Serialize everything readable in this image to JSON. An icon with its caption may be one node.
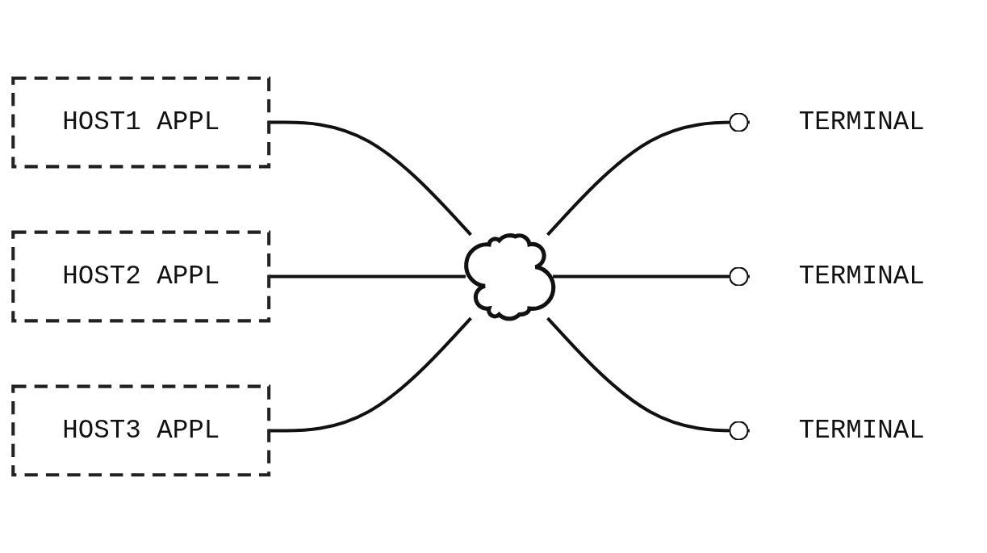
{
  "diagram": {
    "nodes": [
      {
        "text": [
          "HOST1 APPL"
        ]
      },
      {
        "text": [
          "TERMINAL"
        ]
      },
      {
        "text": [
          "HOST2 APPL"
        ]
      },
      {
        "text": [
          "TERMINAL"
        ]
      },
      {
        "text": [],
        "shape": "cloud"
      },
      {
        "text": [
          "TERMINAL"
        ]
      },
      {
        "text": [
          "HOST3 APPL"
        ]
      }
    ],
    "edges": [
      {
        "from": 0,
        "to": 4,
        "arrow": "none"
      },
      {
        "from": 4,
        "to": 1,
        "arrow": "other"
      },
      {
        "from": 2,
        "to": 4,
        "arrow": "none"
      },
      {
        "from": 4,
        "to": 3,
        "arrow": "other"
      },
      {
        "from": 4,
        "to": 5,
        "arrow": "other"
      },
      {
        "from": 6,
        "to": 4,
        "arrow": "none"
      }
    ]
  }
}
